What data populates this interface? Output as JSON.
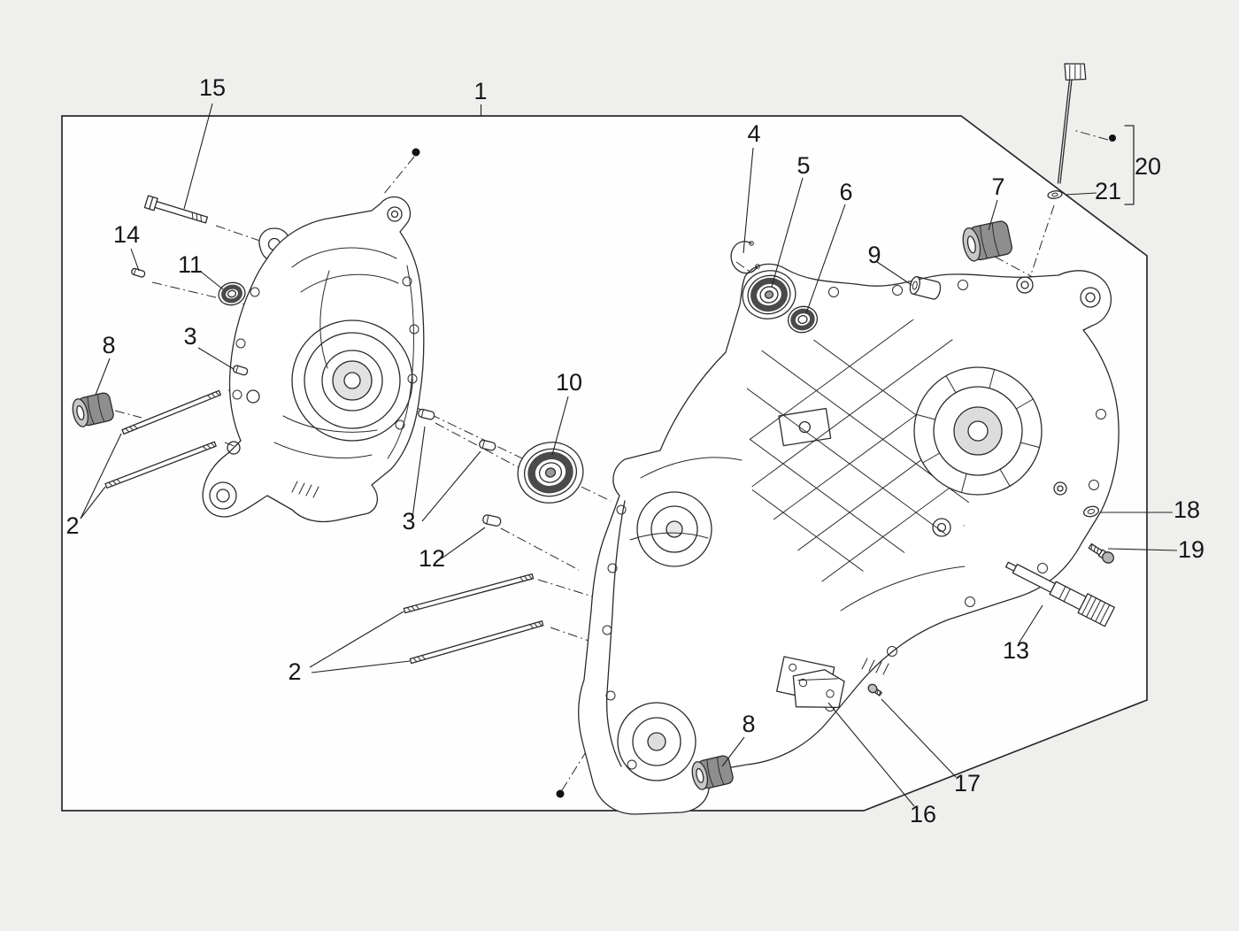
{
  "figure": {
    "kind": "exploded-parts-diagram",
    "callouts": [
      {
        "ref": "15"
      },
      {
        "ref": "1"
      },
      {
        "ref": "4"
      },
      {
        "ref": "5"
      },
      {
        "ref": "6"
      },
      {
        "ref": "7"
      },
      {
        "ref": "9"
      },
      {
        "ref": "14"
      },
      {
        "ref": "11"
      },
      {
        "ref": "8"
      },
      {
        "ref": "3"
      },
      {
        "ref": "10"
      },
      {
        "ref": "2"
      },
      {
        "ref": "3"
      },
      {
        "ref": "12"
      },
      {
        "ref": "2"
      },
      {
        "ref": "13"
      },
      {
        "ref": "18"
      },
      {
        "ref": "19"
      },
      {
        "ref": "20"
      },
      {
        "ref": "21"
      },
      {
        "ref": "16"
      },
      {
        "ref": "17"
      },
      {
        "ref": "8"
      }
    ],
    "colors": {
      "background": "#efefed",
      "plate_fill": "#fefefe",
      "line": "#2b2b2b",
      "label": "#161616",
      "dark_ring": "#4a4a4a",
      "rubber": "#8e8e8e"
    }
  }
}
